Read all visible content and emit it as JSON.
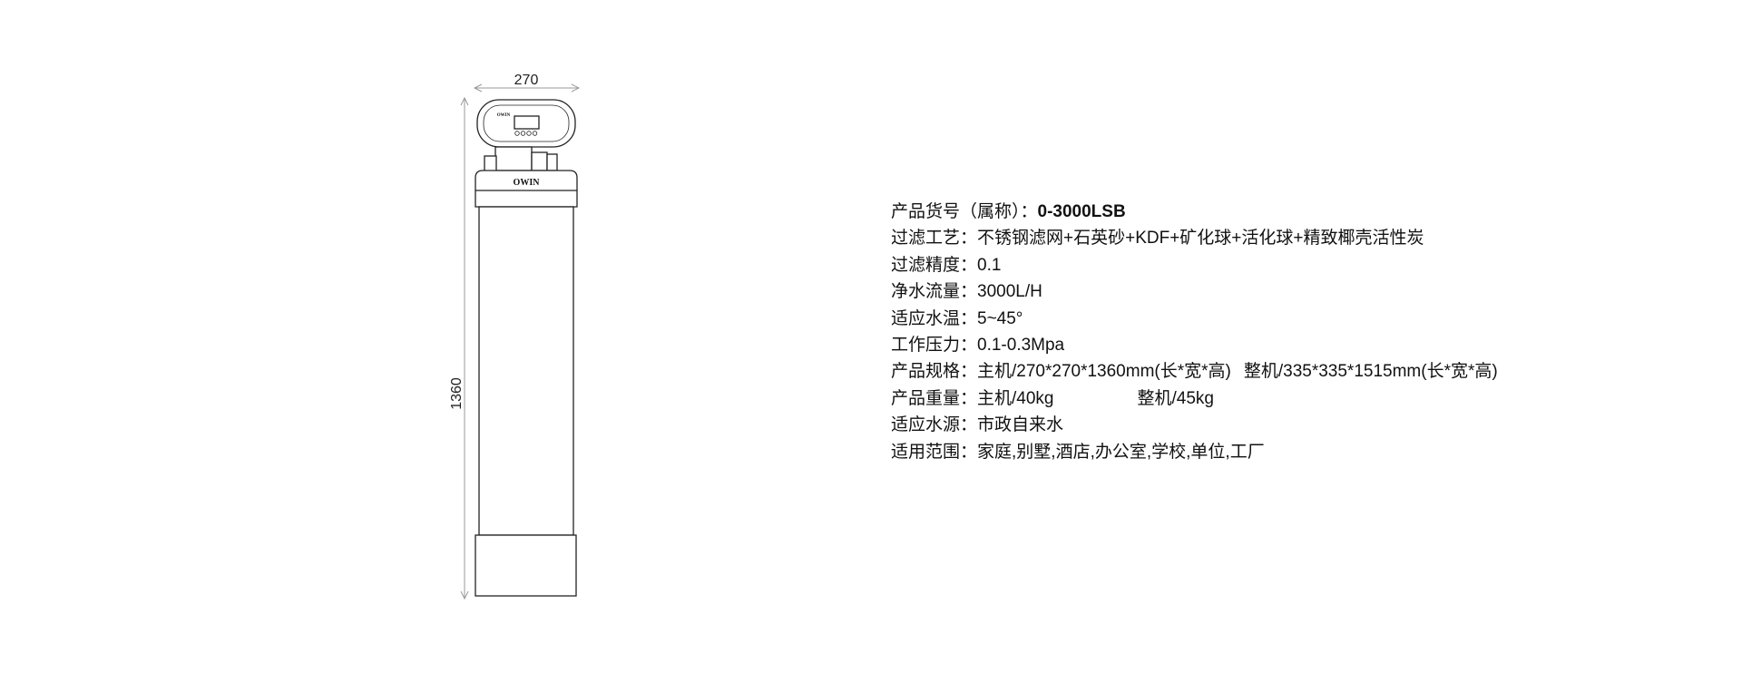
{
  "drawing": {
    "width_label": "270",
    "height_label": "1360",
    "brand_logo": "OWIN"
  },
  "specs": [
    {
      "label": "产品货号（属称）：",
      "value": "0-3000LSB"
    },
    {
      "label": "过滤工艺：",
      "value": "不锈钢滤网+石英砂+KDF+矿化球+活化球+精致椰壳活性炭"
    },
    {
      "label": "过滤精度：",
      "value": "0.1"
    },
    {
      "label": "净水流量：",
      "value": "3000L/H"
    },
    {
      "label": "适应水温：",
      "value": "5~45°"
    },
    {
      "label": "工作压力：",
      "value": "0.1-0.3Mpa"
    },
    {
      "label": "产品规格：",
      "value": "主机/270*270*1360mm(长*宽*高)",
      "value2": "整机/335*335*1515mm(长*宽*高)"
    },
    {
      "label": "产品重量：",
      "value": "主机/40kg",
      "value2": "整机/45kg"
    },
    {
      "label": "适应水源：",
      "value": "市政自来水"
    },
    {
      "label": "适用范围：",
      "value": "家庭,别墅,酒店,办公室,学校,单位,工厂"
    }
  ]
}
